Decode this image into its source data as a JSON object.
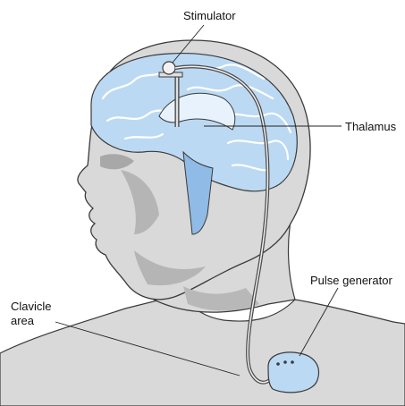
{
  "labels": {
    "stimulator": "Stimulator",
    "thalamus": "Thalamus",
    "pulse_generator": "Pulse generator",
    "clavicle_area_line1": "Clavicle",
    "clavicle_area_line2": "area"
  },
  "colors": {
    "skin": "#d9d9d9",
    "skin_shadow": "#a8a8a8",
    "outline": "#3a3a3a",
    "brain": "#bcd9f3",
    "brain_fold": "#ffffff",
    "brain_deep": "#8fbbe6",
    "lead_wire": "#4a4a4a",
    "device": "#bcd9f3"
  }
}
